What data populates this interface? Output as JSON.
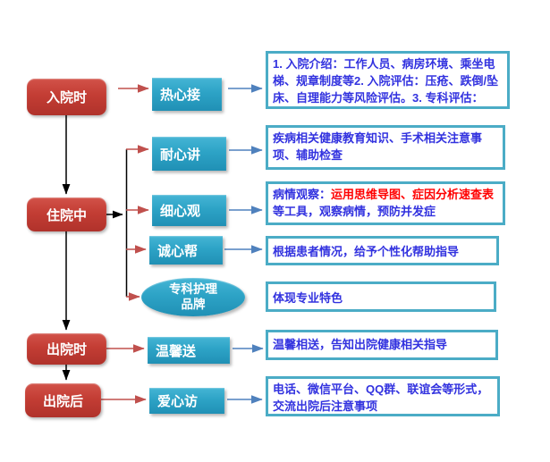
{
  "stages": [
    {
      "label": "入院时"
    },
    {
      "label": "住院中"
    },
    {
      "label": "出院时"
    },
    {
      "label": "出院后"
    }
  ],
  "services": [
    {
      "label": "热心接"
    },
    {
      "label": "耐心讲"
    },
    {
      "label": "细心观"
    },
    {
      "label": "诚心帮"
    },
    {
      "label": "专科护理品牌",
      "line1": "专科护理",
      "line2": "品牌"
    },
    {
      "label": "温馨送"
    },
    {
      "label": "爱心访"
    }
  ],
  "details": [
    {
      "text": "1. 入院介绍：工作人员、病房环境、乘坐电梯、规章制度等2. 入院评估：压疮、跌倒/坠床、自理能力等风险评估。3. 专科评估："
    },
    {
      "text": "疾病相关健康教育知识、手术相关注意事项、辅助检查"
    },
    {
      "prefix": "病情观察：",
      "highlight": "运用思维导图、症因分析速查表",
      "suffix": "等工具，观察病情，预防并发症"
    },
    {
      "text": "根据患者情况，给予个性化帮助指导"
    },
    {
      "text": "体现专业特色"
    },
    {
      "text": "温馨相送，告知出院健康相关指导"
    },
    {
      "text": "电话、微信平台、QQ群、联谊会等形式，交流出院后注意事项"
    }
  ],
  "colors": {
    "stage_fill": "#C23D34",
    "service_fill": "#2DA3C6",
    "detail_border": "#4BACC6",
    "detail_text_blue": "#3232DF",
    "detail_text_red": "#FF0000",
    "arrow_red": "#C0504D",
    "arrow_blue": "#4F81BD",
    "arrow_black": "#000000"
  }
}
